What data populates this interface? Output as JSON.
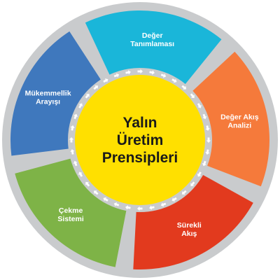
{
  "diagram": {
    "center": {
      "lines": [
        "Yalın",
        "Üretim",
        "Prensipleri"
      ],
      "color": "#ffe000"
    },
    "segments": [
      {
        "lines": [
          "Değer",
          "Tanımlaması"
        ],
        "color": "#1ab6d9"
      },
      {
        "lines": [
          "Değer Akış",
          "Analizi"
        ],
        "color": "#f57a3b"
      },
      {
        "lines": [
          "Sürekli",
          "Akış"
        ],
        "color": "#e23a1e"
      },
      {
        "lines": [
          "Çekme",
          "Sistemi"
        ],
        "color": "#7eb347"
      },
      {
        "lines": [
          "Mükemmellik",
          "Arayışı"
        ],
        "color": "#3f78bd"
      }
    ],
    "outer_ring_color": "#c9cbcd",
    "arrow_band_color": "#c9cbcd",
    "arrow_color": "#ffffff"
  }
}
